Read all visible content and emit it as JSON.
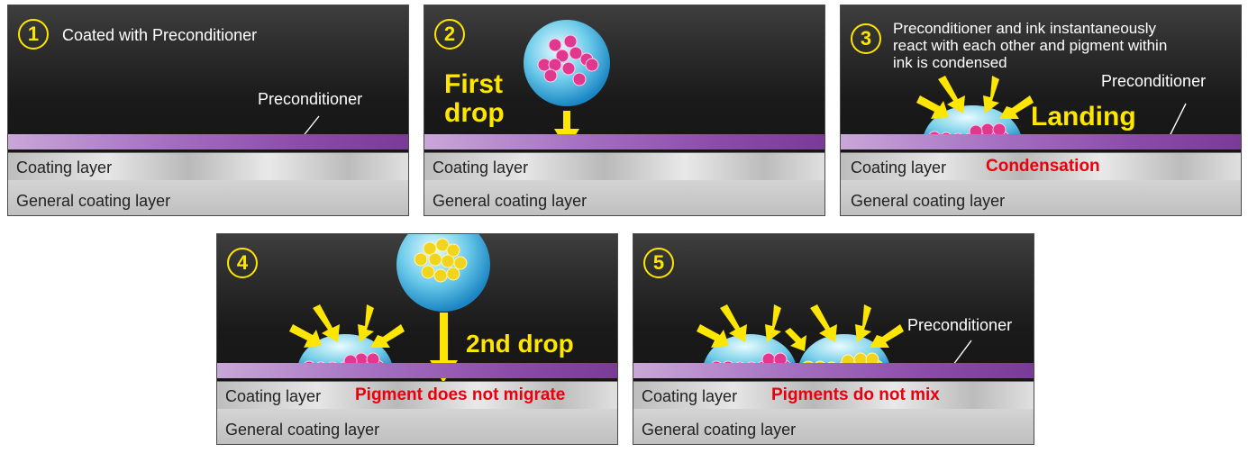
{
  "layers": {
    "coating": "Coating layer",
    "general": "General coating layer",
    "precond": "Preconditioner"
  },
  "panels": [
    {
      "num": "1",
      "caption": "Coated with Preconditioner",
      "precond_label": "Preconditioner"
    },
    {
      "num": "2",
      "caption": "First\ndrop"
    },
    {
      "num": "3",
      "caption": "Preconditioner and ink instantaneously\nreact with each other and pigment within\nink is condensed",
      "landing": "Landing",
      "precond_label": "Preconditioner",
      "red": "Condensation"
    },
    {
      "num": "4",
      "caption": "2nd drop",
      "red": "Pigment does not migrate"
    },
    {
      "num": "5",
      "precond_label": "Preconditioner",
      "red": "Pigments do not mix"
    }
  ],
  "colors": {
    "yellow": "#ffe600",
    "red": "#e8000d",
    "pigment_pink": "#e2378f",
    "pigment_yellow": "#f2d41c",
    "precond": "#9a5ab8"
  }
}
